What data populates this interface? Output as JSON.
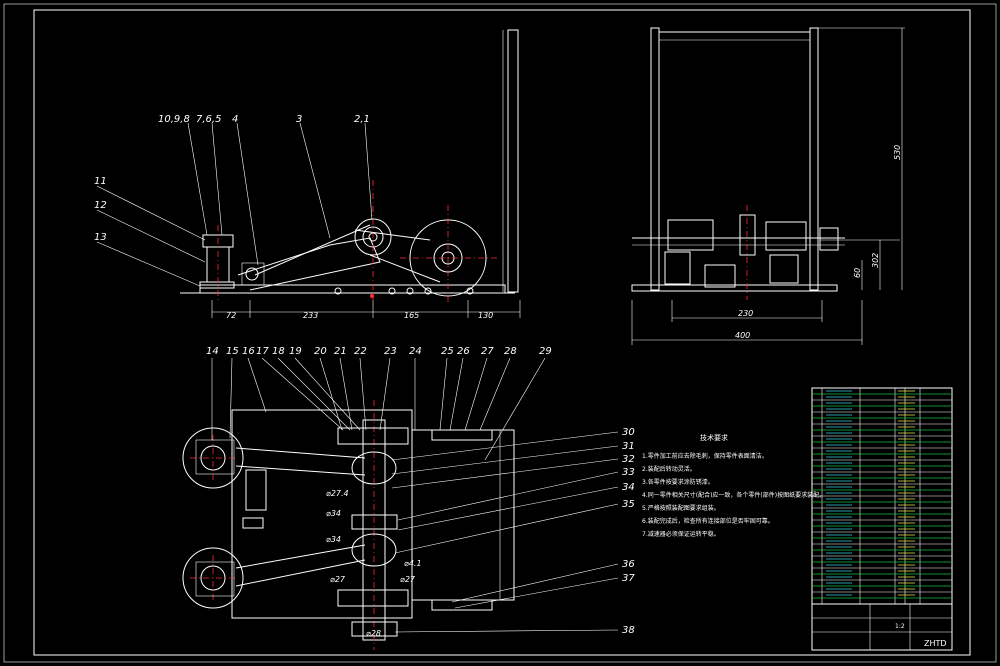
{
  "side_view": {
    "part_labels": [
      "10,9,8",
      "7,6,5",
      "4",
      "3",
      "2,1",
      "11",
      "12",
      "13"
    ],
    "dims": [
      "72",
      "233",
      "165",
      "130"
    ]
  },
  "end_view": {
    "dims": [
      "530",
      "302",
      "60",
      "230",
      "400"
    ]
  },
  "plan_view": {
    "top_labels": [
      "14",
      "15",
      "16",
      "17",
      "18",
      "19",
      "20",
      "21",
      "22",
      "23",
      "24",
      "25",
      "26",
      "27",
      "28",
      "29"
    ],
    "right_labels": [
      "30",
      "31",
      "32",
      "33",
      "34",
      "35",
      "36",
      "37",
      "38"
    ],
    "dia_labels": [
      "⌀27.4",
      "⌀34",
      "⌀34",
      "⌀27",
      "⌀4.1",
      "⌀27",
      "⌀28"
    ]
  },
  "tech_notes": {
    "title": "技术要求",
    "lines": [
      "1.零件加工前应去除毛刺，保持零件表面清洁。",
      "2.装配后转动灵活。",
      "3.各零件按要求涂防锈漆。",
      "4.同一零件相关尺寸(配合)应一致，各个零件(部件)按图纸要求装配。",
      "5.严格按照装配图要求组装。",
      "6.装配完成后，检查所有连接部位是否牢固可靠。",
      "7.减速器必须保证运转平稳。"
    ]
  },
  "title_block": {
    "code": "ZHTD",
    "scale": "1:2"
  }
}
